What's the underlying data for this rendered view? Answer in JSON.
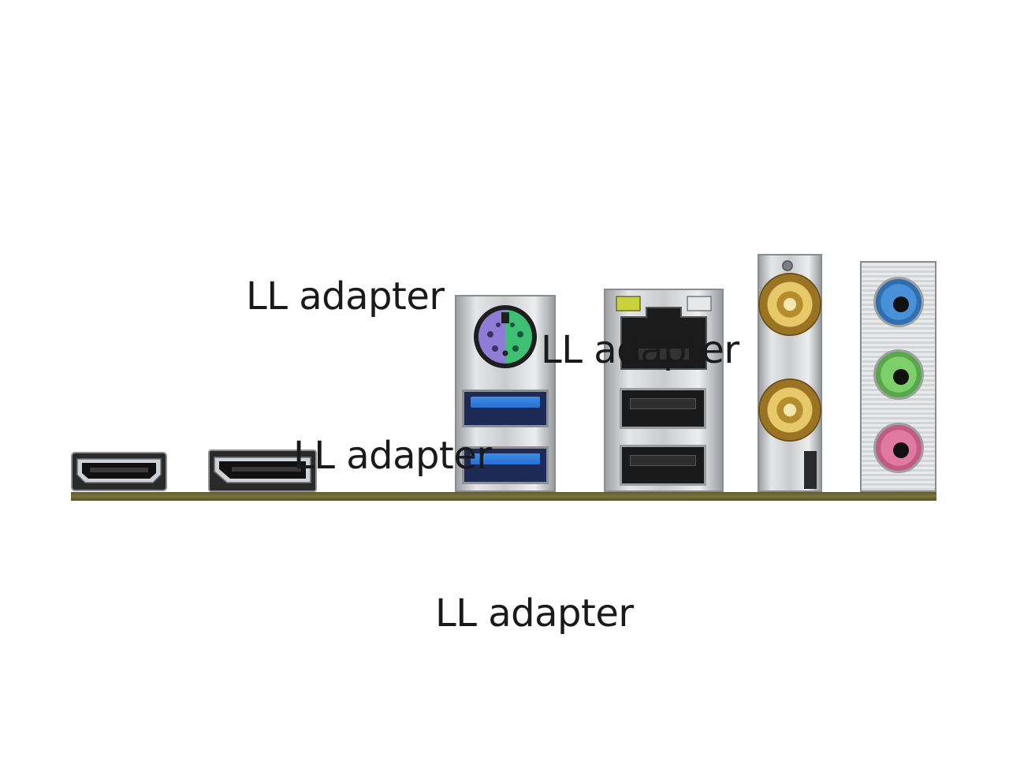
{
  "labels": [
    {
      "name": "label-top-left",
      "text": "LL adapter"
    },
    {
      "name": "label-ethernet",
      "text": "LL adapter"
    },
    {
      "name": "label-displayport",
      "text": "LL adapter"
    },
    {
      "name": "label-bottom",
      "text": "LL adapter"
    }
  ],
  "colors": {
    "background": "#ffffff",
    "ps2_mouse": "#8e7cd6",
    "ps2_keyboard": "#3fbf73",
    "usb3": "#2b6fcf",
    "audio_line_in": "#4a90d9",
    "audio_line_out": "#7ccf6a",
    "audio_mic": "#e07aa0",
    "antenna_gold": "#d8b85a",
    "led_green": "#c8d23a",
    "board": "#6b6535"
  }
}
